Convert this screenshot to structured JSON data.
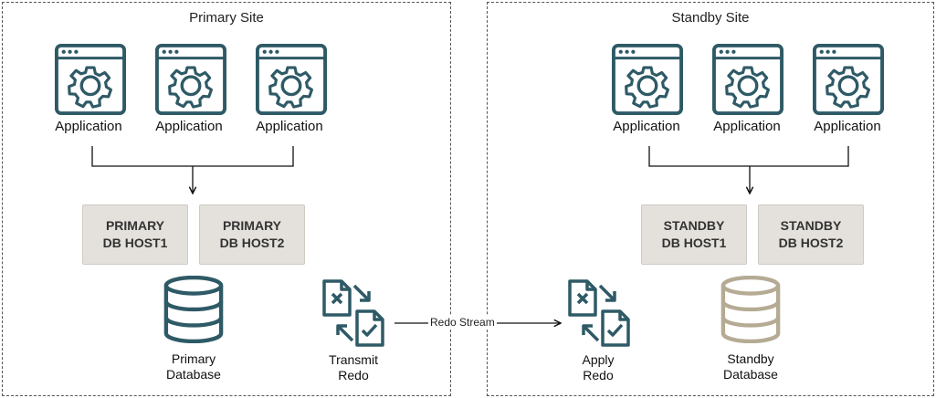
{
  "primary_site": {
    "title": "Primary Site",
    "applications": [
      {
        "label": "Application"
      },
      {
        "label": "Application"
      },
      {
        "label": "Application"
      }
    ],
    "hosts": [
      {
        "line1": "PRIMARY",
        "line2": "DB HOST1"
      },
      {
        "line1": "PRIMARY",
        "line2": "DB HOST2"
      }
    ],
    "database": {
      "line1": "Primary",
      "line2": "Database"
    },
    "transmit": {
      "line1": "Transmit",
      "line2": "Redo"
    }
  },
  "standby_site": {
    "title": "Standby Site",
    "applications": [
      {
        "label": "Application"
      },
      {
        "label": "Application"
      },
      {
        "label": "Application"
      }
    ],
    "hosts": [
      {
        "line1": "STANDBY",
        "line2": "DB HOST1"
      },
      {
        "line1": "STANDBY",
        "line2": "DB HOST2"
      }
    ],
    "database": {
      "line1": "Standby",
      "line2": "Database"
    },
    "apply": {
      "line1": "Apply",
      "line2": "Redo"
    }
  },
  "redo_stream": {
    "label": "Redo Stream"
  },
  "colors": {
    "icon_teal": "#2e5a66",
    "standby_db": "#b5ab94",
    "host_fill": "#e4e1dc"
  },
  "icons": {
    "application": "app-window-gear-icon",
    "database": "database-cylinder-icon",
    "redo": "redo-files-exchange-icon"
  }
}
